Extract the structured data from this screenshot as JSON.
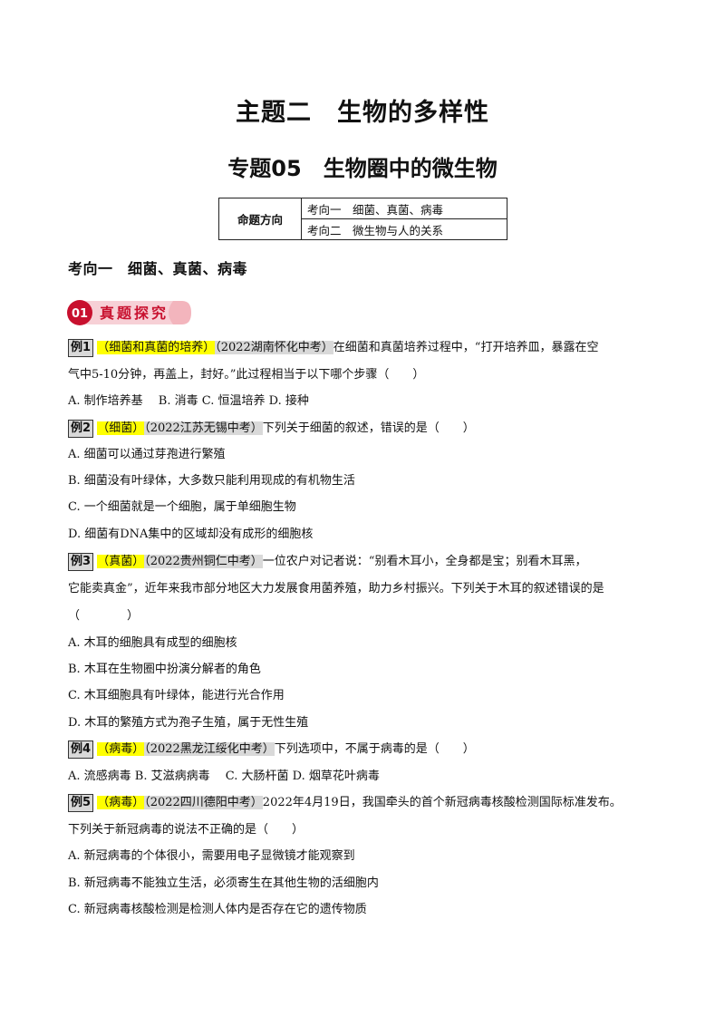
{
  "title": "主题二　生物的多样性",
  "subtitle": "专题05　生物圈中的微生物",
  "direction_table": {
    "label": "命题方向",
    "items": [
      "考向一　细菌、真菌、病毒",
      "考向二　微生物与人的关系"
    ]
  },
  "section_heading": "考向一　细菌、真菌、病毒",
  "badge": {
    "number": "01",
    "text": "真题探究"
  },
  "colors": {
    "highlight": "#ffff00",
    "source_bg": "#d9d9d9",
    "badge_red": "#c8102e",
    "badge_pink": "#f3b5bd"
  },
  "examples": [
    {
      "tag": "例1",
      "topic": "（细菌和真菌的培养）",
      "source": "（2022湖南怀化中考）",
      "stem_1": "在细菌和真菌培养过程中，“打开培养皿，暴露在空",
      "stem_2": "气中5-10分钟，再盖上，封好。”此过程相当于以下哪个步骤（　　）",
      "options": [
        "A. 制作培养基　 B. 消毒 C. 恒温培养 D. 接种"
      ]
    },
    {
      "tag": "例2",
      "topic": "（细菌）",
      "source": "（2022江苏无锡中考）",
      "stem_1": "下列关于细菌的叙述，错误的是（　　）",
      "options": [
        "A. 细菌可以通过芽孢进行繁殖",
        "B. 细菌没有叶绿体，大多数只能利用现成的有机物生活",
        "C. 一个细菌就是一个细胞，属于单细胞生物",
        "D. 细菌有DNA集中的区域却没有成形的细胞核"
      ]
    },
    {
      "tag": "例3",
      "topic": "（真菌）",
      "source": "（2022贵州铜仁中考）",
      "stem_1": "一位农户对记者说：“别看木耳小，全身都是宝；别看木耳黑，",
      "stem_2": "它能卖真金”，近年来我市部分地区大力发展食用菌养殖，助力乡村振兴。下列关于木耳的叙述错误的是",
      "stem_3": "（　　　　）",
      "options": [
        "A. 木耳的细胞具有成型的细胞核",
        "B. 木耳在生物圈中扮演分解者的角色",
        "C. 木耳细胞具有叶绿体，能进行光合作用",
        "D. 木耳的繁殖方式为孢子生殖，属于无性生殖"
      ]
    },
    {
      "tag": "例4",
      "topic": "（病毒）",
      "source": "（2022黑龙江绥化中考）",
      "stem_1": "下列选项中，不属于病毒的是（　　）",
      "options": [
        "A. 流感病毒 B. 艾滋病病毒　 C. 大肠杆菌 D. 烟草花叶病毒"
      ]
    },
    {
      "tag": "例5",
      "topic": "（病毒）",
      "source": "（2022四川德阳中考）",
      "stem_1": "2022年4月19日，我国牵头的首个新冠病毒核酸检测国际标准发布。",
      "stem_2": "下列关于新冠病毒的说法不正确的是（　　）",
      "options": [
        "A. 新冠病毒的个体很小，需要用电子显微镜才能观察到",
        "B. 新冠病毒不能独立生活，必须寄生在其他生物的活细胞内",
        "C. 新冠病毒核酸检测是检测人体内是否存在它的遗传物质"
      ]
    }
  ]
}
